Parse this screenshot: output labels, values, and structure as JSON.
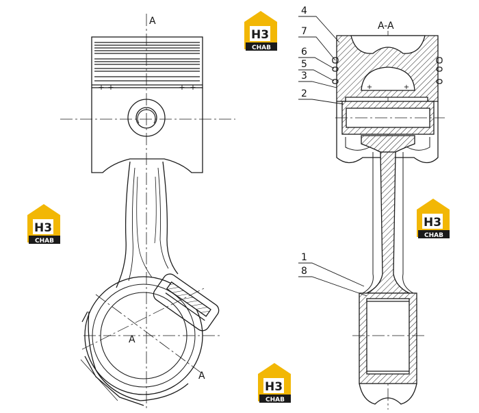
{
  "view_labels": {
    "left_top": "A",
    "left_bottom": "A",
    "left_center": "A",
    "section": "A-A"
  },
  "callouts": [
    {
      "num": "4"
    },
    {
      "num": "7"
    },
    {
      "num": "6"
    },
    {
      "num": "5"
    },
    {
      "num": "3"
    },
    {
      "num": "2"
    },
    {
      "num": "1"
    },
    {
      "num": "8"
    }
  ],
  "watermark": {
    "mark": "H3",
    "text": "CHAB",
    "colors": {
      "house": "#f2b705",
      "dark": "#1a1a1a",
      "light": "#ffffff"
    }
  },
  "colors": {
    "line": "#1a1a1a",
    "background": "#ffffff"
  }
}
